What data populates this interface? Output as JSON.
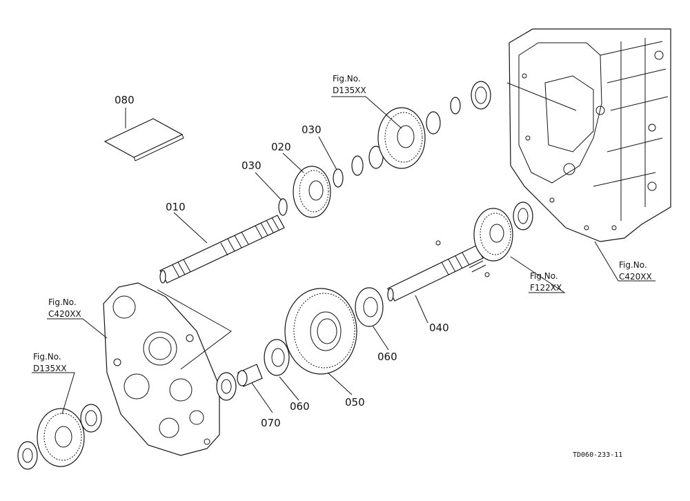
{
  "parts": [
    {
      "id": "p010",
      "no": "010"
    },
    {
      "id": "p020",
      "no": "020"
    },
    {
      "id": "p030a",
      "no": "030"
    },
    {
      "id": "p030b",
      "no": "030"
    },
    {
      "id": "p040",
      "no": "040"
    },
    {
      "id": "p050",
      "no": "050"
    },
    {
      "id": "p060a",
      "no": "060"
    },
    {
      "id": "p060b",
      "no": "060"
    },
    {
      "id": "p070",
      "no": "070"
    },
    {
      "id": "p080",
      "no": "080"
    }
  ],
  "references": [
    {
      "id": "r1",
      "line1": "Fig.No.",
      "line2": "D135XX"
    },
    {
      "id": "r2",
      "line1": "Fig.No.",
      "line2": "C420XX"
    },
    {
      "id": "r3",
      "line1": "Fig.No.",
      "line2": "D135XX"
    },
    {
      "id": "r4",
      "line1": "Fig.No.",
      "line2": "F122XX"
    },
    {
      "id": "r5",
      "line1": "Fig.No.",
      "line2": "C420XX"
    }
  ],
  "drawing_code": "TD060-233-11"
}
